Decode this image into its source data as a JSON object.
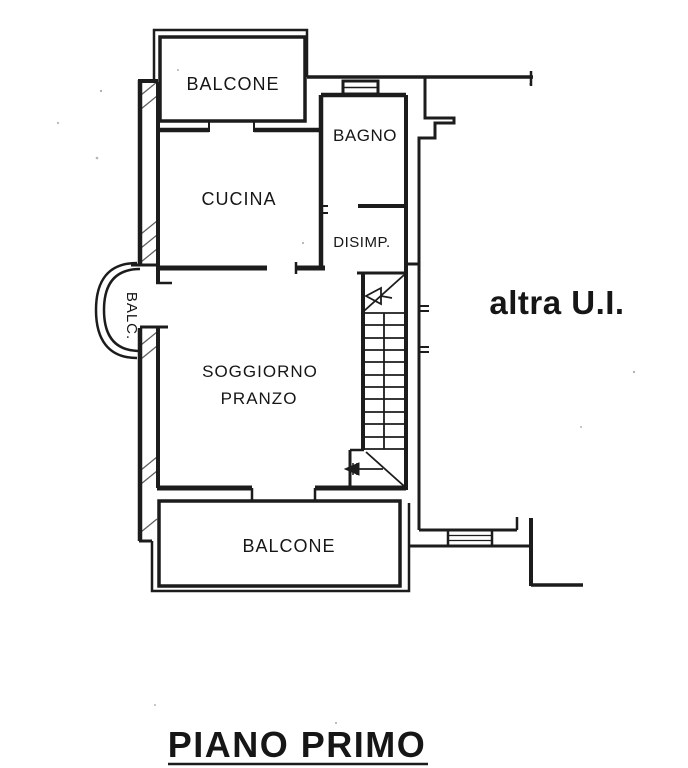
{
  "page": {
    "background": "#ffffff",
    "ink_color": "#1c1c1c"
  },
  "floor_plan": {
    "title": "PIANO PRIMO",
    "labels": {
      "balcone_top": "BALCONE",
      "cucina": "CUCINA",
      "bagno": "BAGNO",
      "disimp": "DISIMP.",
      "balc": "BALC.",
      "soggiorno_line1": "SOGGIORNO",
      "soggiorno_line2": "PRANZO",
      "balcone_bottom": "BALCONE",
      "altra_ui": "altra U.I."
    }
  }
}
